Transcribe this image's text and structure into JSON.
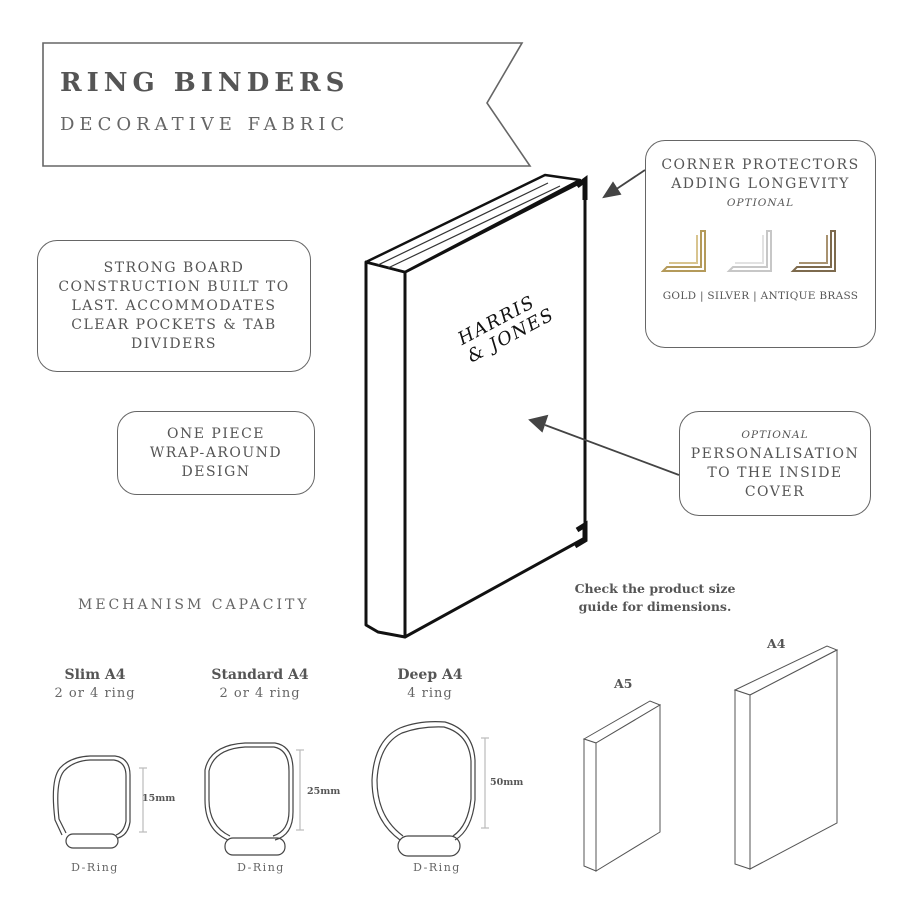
{
  "banner": {
    "title": "RING BINDERS",
    "subtitle": "DECORATIVE FABRIC"
  },
  "callouts": {
    "strong_board": "STRONG BOARD CONSTRUCTION BUILT TO LAST. ACCOMMODATES CLEAR POCKETS & TAB DIVIDERS",
    "one_piece": "ONE PIECE WRAP-AROUND DESIGN",
    "corner": {
      "line1": "CORNER PROTECTORS",
      "line2": "ADDING LONGEVITY",
      "optional": "OPTIONAL",
      "finishes": "GOLD | SILVER | ANTIQUE BRASS"
    },
    "personalisation": {
      "optional": "OPTIONAL",
      "text": "PERSONALISATION TO THE INSIDE COVER"
    }
  },
  "binder_logo": {
    "line1": "HARRIS",
    "line2": "& JONES"
  },
  "mechanism": {
    "title": "MECHANISM CAPACITY",
    "types": [
      {
        "name": "Slim A4",
        "rings": "2 or 4 ring",
        "capacity": "15mm",
        "ring_type": "D-Ring"
      },
      {
        "name": "Standard A4",
        "rings": "2 or 4 ring",
        "capacity": "25mm",
        "ring_type": "D-Ring"
      },
      {
        "name": "Deep A4",
        "rings": "4 ring",
        "capacity": "50mm",
        "ring_type": "D-Ring"
      }
    ]
  },
  "size_guide": {
    "text": "Check the product size guide for dimensions.",
    "sizes": [
      "A5",
      "A4"
    ]
  },
  "colors": {
    "line": "#555555",
    "gold": "#b49a5a",
    "silver": "#c7c7c7",
    "antique_brass": "#7d6a4d"
  }
}
